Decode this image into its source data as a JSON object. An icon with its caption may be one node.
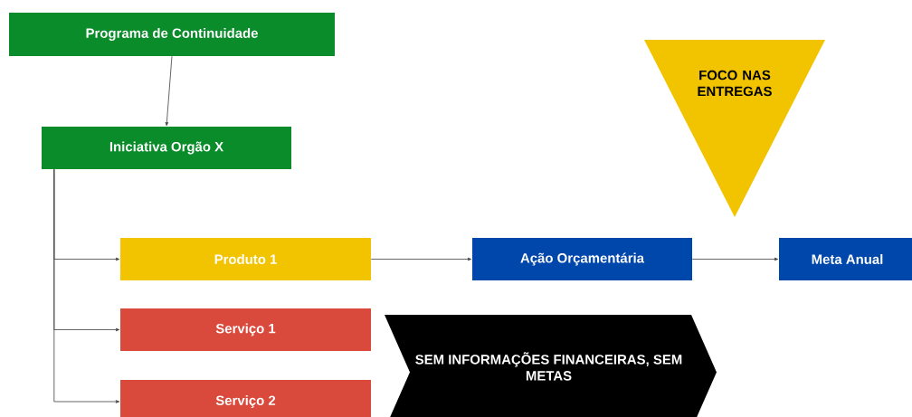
{
  "diagram": {
    "nodes": [
      {
        "text": [
          "Programa de Continuidade"
        ]
      },
      {
        "text": [
          "Iniciativa Orgão X"
        ]
      },
      {
        "text": [
          "Produto 1"
        ]
      },
      {
        "text": [
          "Serviço 1"
        ]
      },
      {
        "text": [
          "Serviço 2"
        ]
      },
      {
        "text": [
          "Ação Orçamentária"
        ]
      },
      {
        "text": [
          "Meta Anual"
        ]
      },
      {
        "text": [
          "FOCO NAS ENTREGAS"
        ]
      },
      {
        "text": [
          "SEM INFORMAÇÕES FINANCEIRAS, SEM METAS"
        ]
      }
    ],
    "edges": [
      {
        "from": 0,
        "to": 1,
        "arrow": "to"
      },
      {
        "from": 1,
        "to": 2,
        "arrow": "to"
      },
      {
        "from": 1,
        "to": 3,
        "arrow": "to"
      },
      {
        "from": 1,
        "to": 4,
        "arrow": "to"
      },
      {
        "from": 2,
        "to": 5,
        "arrow": "to"
      },
      {
        "from": 5,
        "to": 6,
        "arrow": "to"
      }
    ]
  }
}
